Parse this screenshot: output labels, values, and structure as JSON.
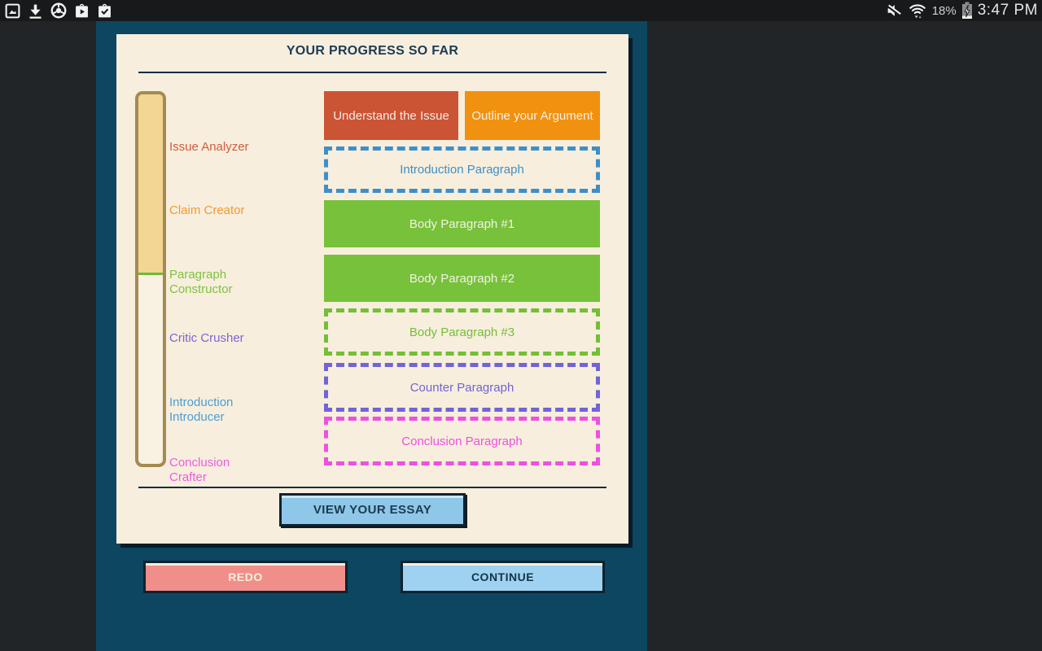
{
  "status_bar": {
    "time": "3:47 PM",
    "battery_percent": "18%",
    "left_icons": [
      "screenshot-icon",
      "download-icon",
      "chrome-icon",
      "play-store-icon",
      "bag-check-icon"
    ],
    "right_icons": [
      "mute-icon",
      "wifi-icon",
      "battery-charging-icon"
    ]
  },
  "progress_panel": {
    "title": "YOUR PROGRESS SO FAR",
    "progress_fill_percent": "49",
    "milestones": [
      {
        "label": "Issue Analyzer",
        "color": "#d15c3e"
      },
      {
        "label": "Claim Creator",
        "color": "#f09a33"
      },
      {
        "label": "Paragraph Constructor",
        "color": "#7fc241"
      },
      {
        "label": "Critic Crusher",
        "color": "#7d65d5"
      },
      {
        "label": "Introduction Introducer",
        "color": "#4a9ed6"
      },
      {
        "label": "Conclusion Crafter",
        "color": "#ef5ae2"
      }
    ],
    "stages": [
      {
        "label": "Understand the Issue",
        "status": "complete",
        "color": "#cb5434",
        "text_color": "#f3ece5"
      },
      {
        "label": "Outline your Argument",
        "status": "complete",
        "color": "#f19110",
        "text_color": "#f7f0e3"
      },
      {
        "label": "Introduction Paragraph",
        "status": "incomplete",
        "color": "#3e8fc7"
      },
      {
        "label": "Body Paragraph #1",
        "status": "complete",
        "color": "#77c13b",
        "text_color": "#f3f1e5"
      },
      {
        "label": "Body Paragraph #2",
        "status": "complete",
        "color": "#77c13b",
        "text_color": "#f3f1e5"
      },
      {
        "label": "Body Paragraph #3",
        "status": "incomplete",
        "color": "#74bf37"
      },
      {
        "label": "Counter Paragraph",
        "status": "incomplete",
        "color": "#7263d6"
      },
      {
        "label": "Conclusion Paragraph",
        "status": "incomplete",
        "color": "#ee50e0"
      }
    ],
    "view_essay_label": "VIEW YOUR ESSAY"
  },
  "footer": {
    "redo_label": "REDO",
    "continue_label": "CONTINUE"
  },
  "colors": {
    "outer_background": "#212528",
    "app_background": "#0d4660",
    "panel_background": "#f7eedd",
    "accent_dark": "#15344b",
    "track_border": "#a38b52",
    "track_fill": "#f3d694",
    "track_marker": "#6fba3a",
    "view_essay_fill": "#8fc7e9",
    "redo_fill": "#f08e89",
    "continue_fill": "#9fd2f0"
  }
}
